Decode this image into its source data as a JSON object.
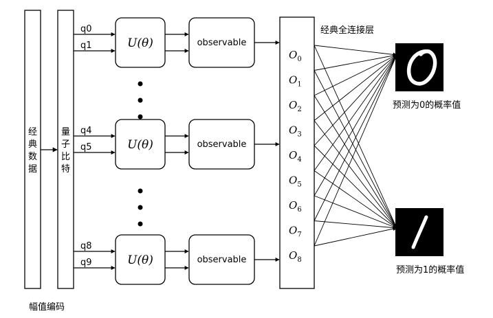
{
  "classical_data_label": [
    "经",
    "典",
    "数",
    "据"
  ],
  "qubit_label": [
    "量",
    "子",
    "比",
    "特"
  ],
  "encoding_label": "幅值编码",
  "circuit_groups": [
    {
      "qubits": [
        "q0",
        "q1"
      ],
      "unitary": "U(θ)",
      "observable": "observable"
    },
    {
      "qubits": [
        "q4",
        "q5"
      ],
      "unitary": "U(θ)",
      "observable": "observable"
    },
    {
      "qubits": [
        "q8",
        "q9"
      ],
      "unitary": "U(θ)",
      "observable": "observable"
    }
  ],
  "fc_layer_label": "经典全连接层",
  "outputs": [
    {
      "main": "O",
      "sub": "0"
    },
    {
      "main": "O",
      "sub": "1"
    },
    {
      "main": "O",
      "sub": "2"
    },
    {
      "main": "O",
      "sub": "3"
    },
    {
      "main": "O",
      "sub": "4"
    },
    {
      "main": "O",
      "sub": "5"
    },
    {
      "main": "O",
      "sub": "6"
    },
    {
      "main": "O",
      "sub": "7"
    },
    {
      "main": "O",
      "sub": "8"
    }
  ],
  "predictions": [
    {
      "digit": "0",
      "caption": "预测为0的概率值"
    },
    {
      "digit": "1",
      "caption": "预测为1的概率值"
    }
  ]
}
